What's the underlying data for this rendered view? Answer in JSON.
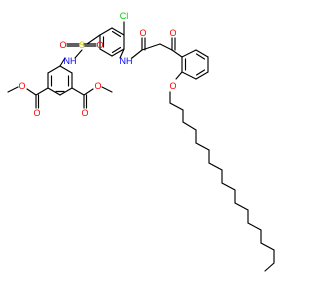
{
  "molecule": {
    "atom_labels": {
      "chlorine": "Cl",
      "sulfonyl_oxygen_left": "O",
      "sulfur": "S",
      "sulfonyl_oxygen_right": "O",
      "sulfonamide_nh": "NH",
      "amide_nh": "NH",
      "amide_oxygen": "O",
      "ketone_oxygen": "O",
      "ether_oxygen": "O",
      "left_ester_carbonyl_oxygen": "O",
      "left_ester_oxygen": "O",
      "right_ester_carbonyl_oxygen": "O",
      "right_ester_oxygen": "O"
    },
    "colors": {
      "bond": "#000000",
      "oxygen": "#ff0000",
      "nitrogen": "#0000ff",
      "sulfur": "#cccc00",
      "chlorine": "#00cc00"
    }
  }
}
